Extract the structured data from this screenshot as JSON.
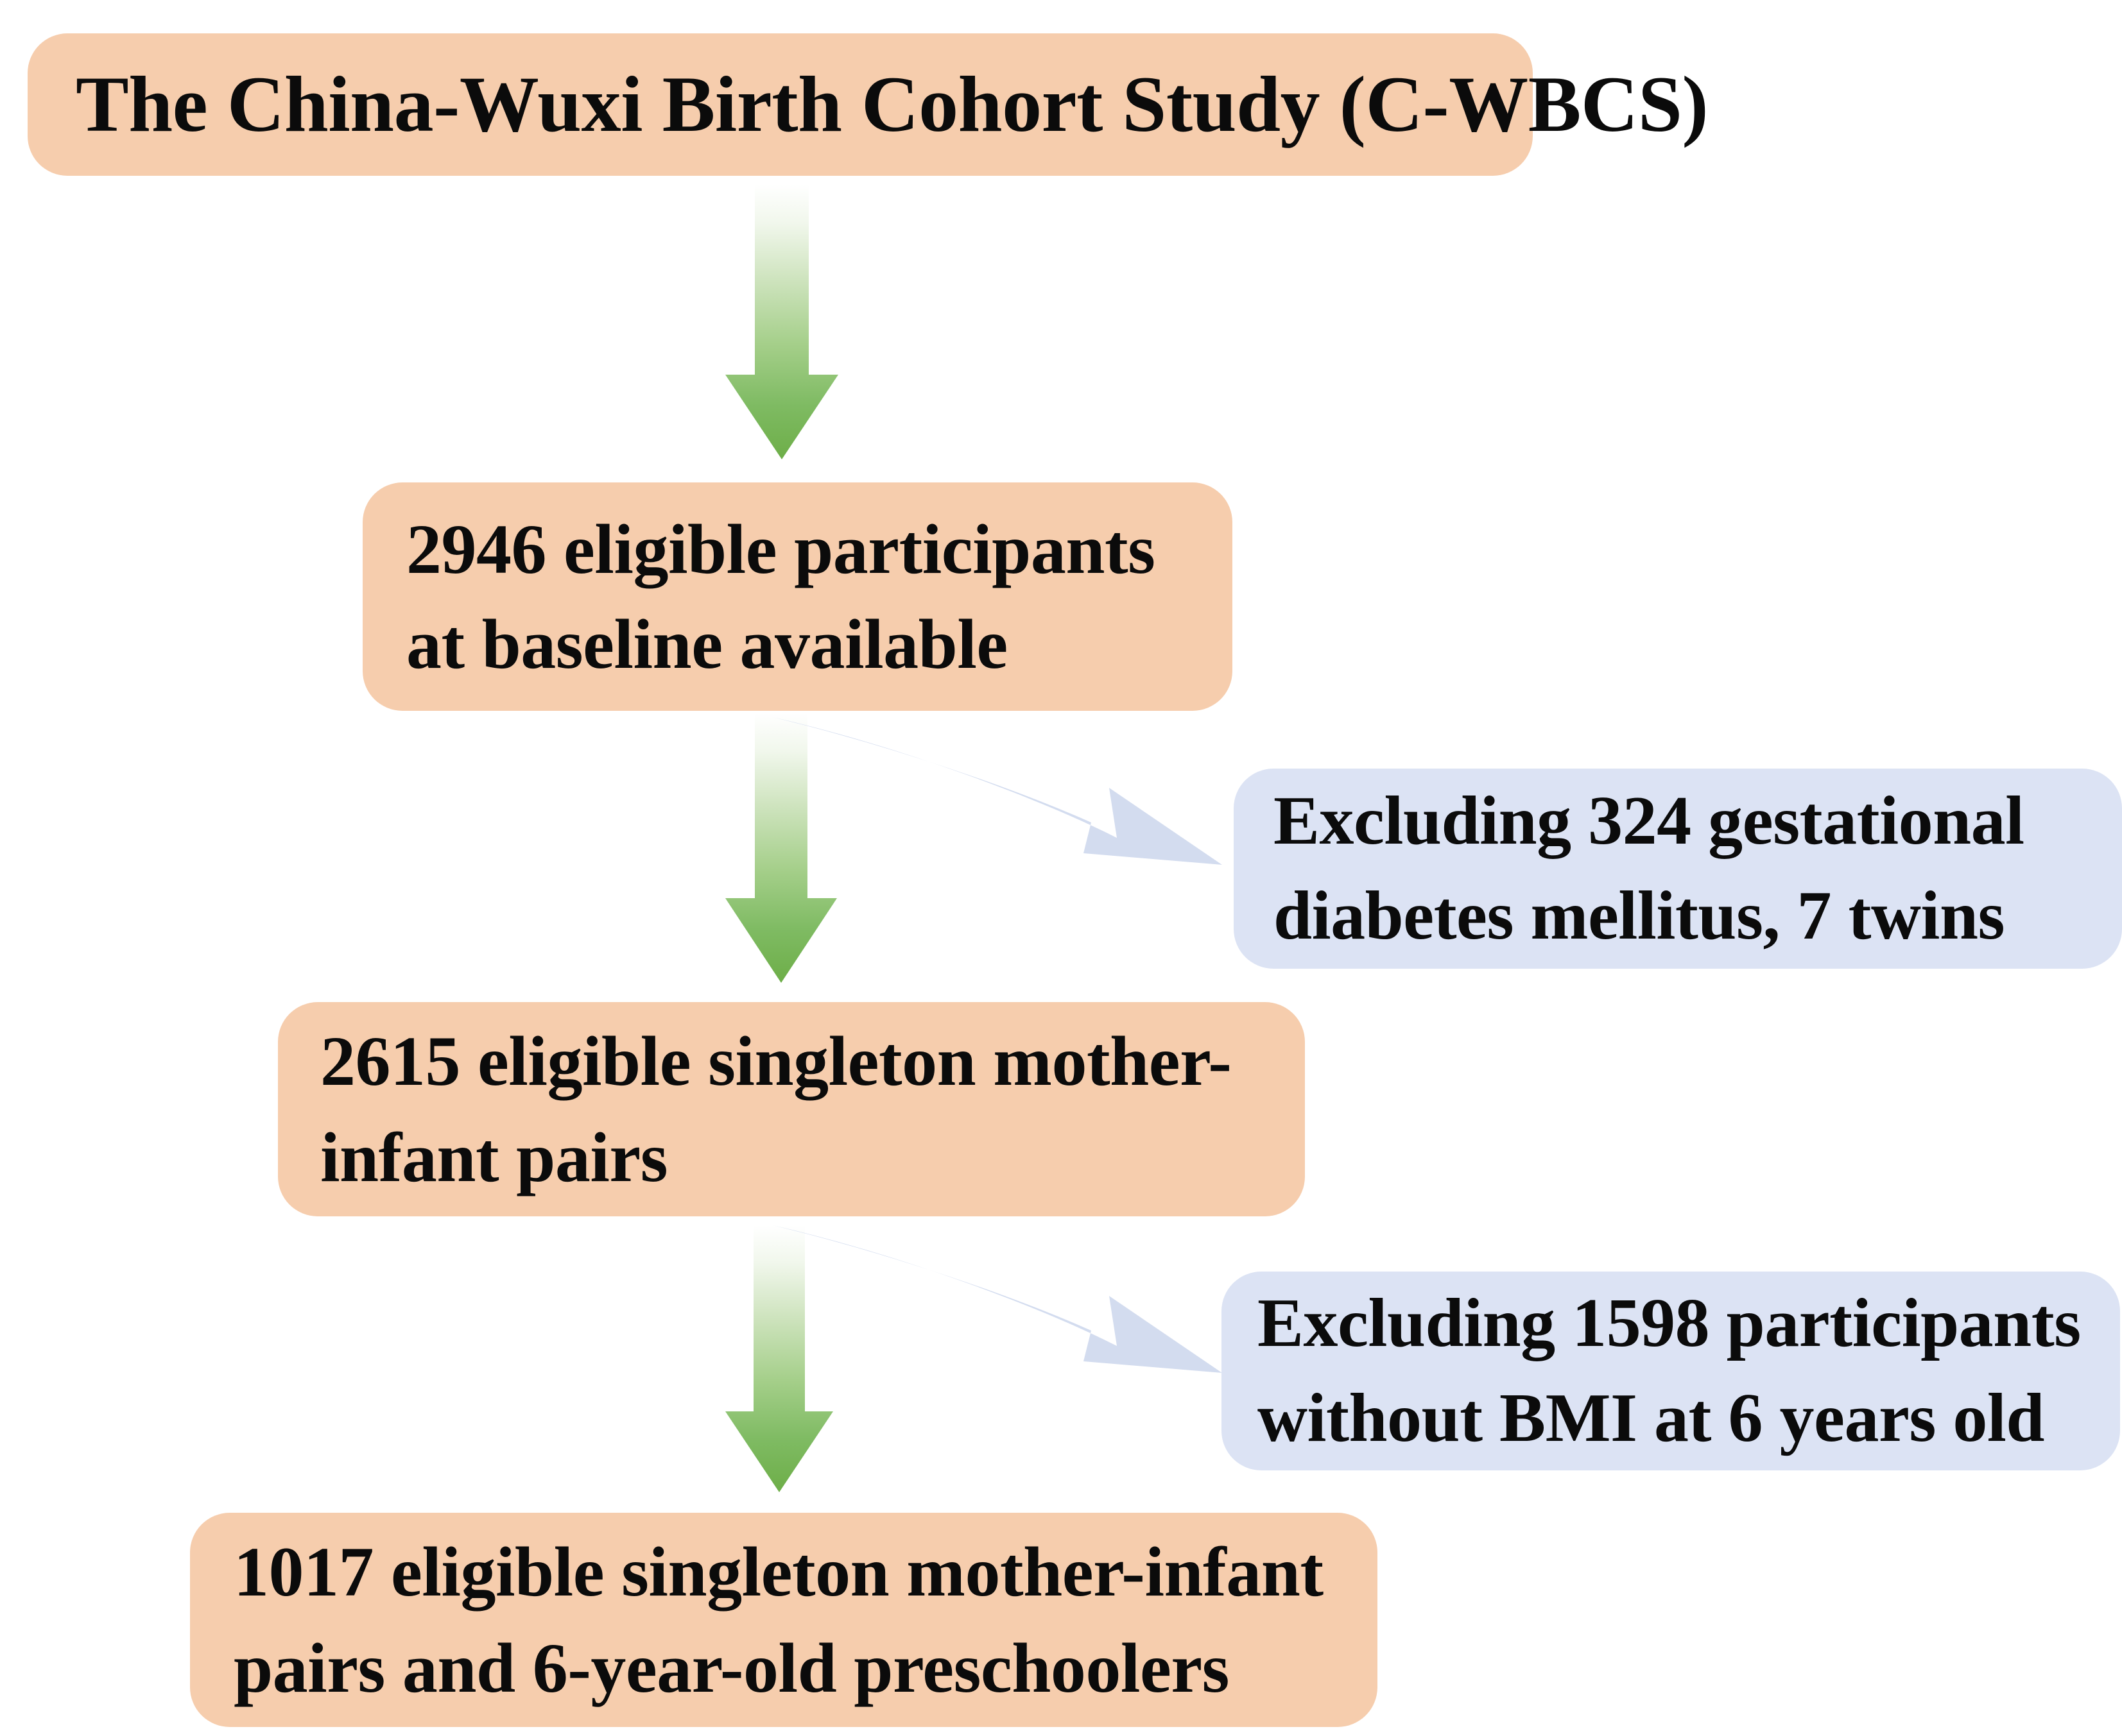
{
  "diagram": {
    "title": "The China-Wuxi Birth Cohort Study (C-WBCS) participant flow",
    "colors": {
      "cohort_box": "#F6CDAD",
      "exclusion_box": "#DCE3F4",
      "flow_arrow": "#6DAE48",
      "exclusion_arrow": "#D3DCEF",
      "text": "#0B0B0B",
      "background": "#FFFFFF"
    },
    "nodes": {
      "title": {
        "text": "The China-Wuxi Birth Cohort Study (C-WBCS)",
        "lines": [
          "The China-Wuxi Birth Cohort Study (C-WBCS)"
        ],
        "kind": "cohort"
      },
      "baseline": {
        "text": "2946 eligible participants at baseline available",
        "lines": [
          "2946 eligible participants",
          "at baseline available"
        ],
        "count": 2946,
        "kind": "cohort"
      },
      "exclusion_1": {
        "text": "Excluding 324 gestational diabetes mellitus, 7 twins",
        "lines": [
          "Excluding 324 gestational",
          "diabetes mellitus, 7 twins"
        ],
        "excluded_gdm": 324,
        "excluded_twins": 7,
        "kind": "exclusion"
      },
      "singleton": {
        "text": "2615 eligible singleton mother-infant pairs",
        "lines": [
          "2615 eligible singleton mother-",
          "infant pairs"
        ],
        "count": 2615,
        "kind": "cohort"
      },
      "exclusion_2": {
        "text": "Excluding 1598 participants without BMI at 6 years old",
        "lines": [
          "Excluding 1598 participants",
          "without BMI at 6 years old"
        ],
        "excluded": 1598,
        "kind": "exclusion"
      },
      "final": {
        "text": "1017 eligible singleton mother-infant pairs and 6-year-old preschoolers",
        "lines": [
          "1017 eligible singleton mother-infant",
          "pairs and 6-year-old preschoolers"
        ],
        "count": 1017,
        "kind": "cohort"
      }
    },
    "arrows": {
      "down_1": {
        "from": "title",
        "to": "baseline",
        "direction": "down",
        "color": "#6DAE48"
      },
      "down_2": {
        "from": "baseline",
        "to": "singleton",
        "direction": "down",
        "color": "#6DAE48"
      },
      "down_3": {
        "from": "singleton",
        "to": "final",
        "direction": "down",
        "color": "#6DAE48"
      },
      "diag_1": {
        "from": "baseline",
        "to": "exclusion_1",
        "direction": "down-right",
        "color": "#D3DCEF"
      },
      "diag_2": {
        "from": "singleton",
        "to": "exclusion_2",
        "direction": "down-right",
        "color": "#D3DCEF"
      }
    }
  }
}
